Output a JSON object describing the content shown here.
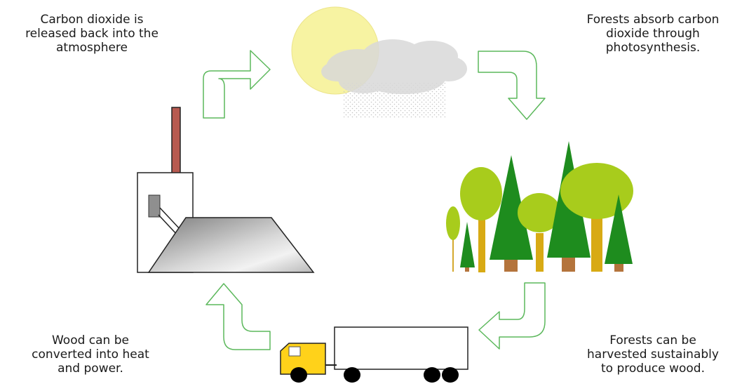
{
  "captions": {
    "top_left": [
      "Carbon dioxide is",
      "released back into the",
      "atmosphere"
    ],
    "top_right": [
      "Forests absorb carbon",
      "dioxide through",
      "photosynthesis."
    ],
    "bottom_left": [
      "Wood can be",
      "converted into heat",
      "and power."
    ],
    "bottom_right": [
      "Forests can be",
      "harvested sustainably",
      "to produce wood."
    ]
  },
  "colors": {
    "arrow_stroke": "#5cb85c",
    "sun": "#f7f3a2",
    "cloud": "#d9d9d9",
    "leaf_light": "#a8cc1c",
    "conifer": "#1e8c1e",
    "trunk_gold": "#d8aa14",
    "trunk_brown": "#b4743c",
    "chimney": "#b75a50",
    "truck_cab": "#ffd21a"
  }
}
